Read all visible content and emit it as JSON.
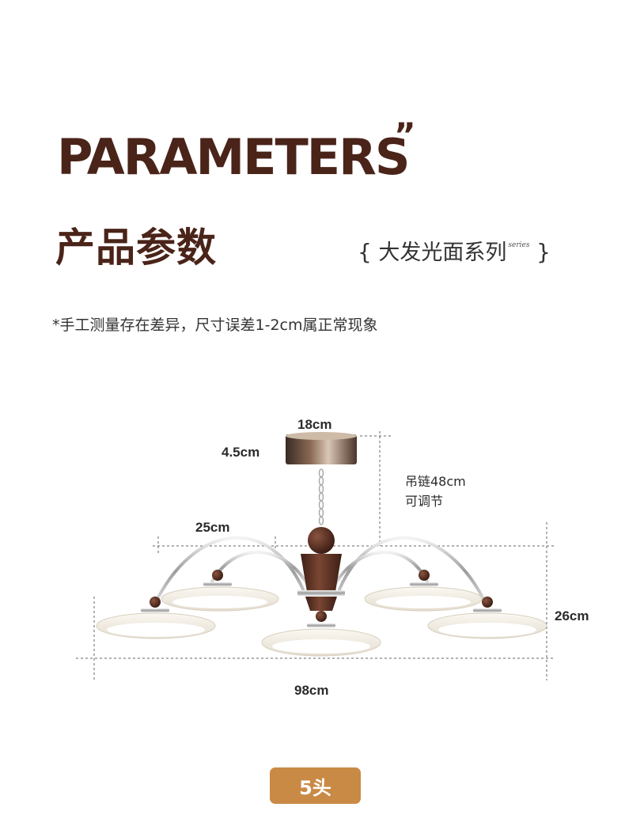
{
  "header": {
    "title_en": "PARAMETERS",
    "quote_mark": "”",
    "title_cn": "产品参数",
    "series_label": "大发光面系列",
    "series_sup": "series",
    "brace_open": "{",
    "brace_close": "}"
  },
  "note": "*手工测量存在差异，尺寸误差1-2cm属正常现象",
  "dimensions": {
    "canopy_width": "18cm",
    "canopy_height": "4.5cm",
    "chain_length": "吊链48cm",
    "chain_adjustable": "可调节",
    "arm_span": "25cm",
    "total_height": "26cm",
    "total_width": "98cm"
  },
  "badge": "5头",
  "colors": {
    "title_brown": "#4a2419",
    "badge_orange": "#c98a45",
    "wood": "#6b3a2a",
    "chrome": "#c9c9c9",
    "shade_white": "#f3efe6"
  }
}
